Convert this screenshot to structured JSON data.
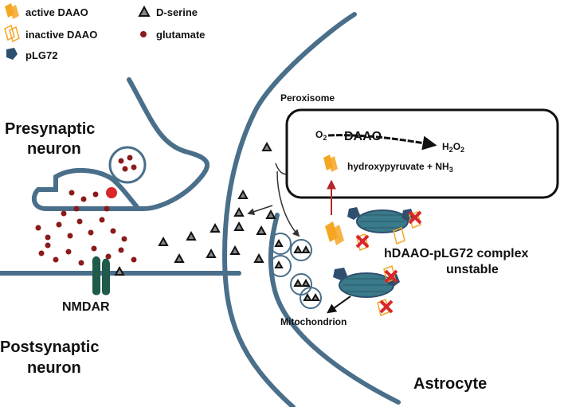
{
  "legend": {
    "active_daao": "active DAAO",
    "inactive_daao": "inactive DAAO",
    "plg72": "pLG72",
    "d_serine": "D-serine",
    "glutamate": "glutamate"
  },
  "labels": {
    "presynaptic_line1": "Presynaptic",
    "presynaptic_line2": "neuron",
    "postsynaptic_line1": "Postsynaptic",
    "postsynaptic_line2": "neuron",
    "nmdar": "NMDAR",
    "astrocyte": "Astrocyte",
    "peroxisome": "Peroxisome",
    "daao": "DAAO",
    "o2": "O",
    "o2_sub": "2",
    "h2o2_h": "H",
    "h2o2_sub1": "2",
    "h2o2_o": "O",
    "h2o2_sub2": "2",
    "hydroxypyruvate": "hydroxypyruvate + NH",
    "nh3_sub": "3",
    "complex_line1": "hDAAO-pLG72 complex",
    "complex_line2": "unstable",
    "mitochondrion": "Mitochondrion"
  },
  "colors": {
    "membrane": "#4a6f8a",
    "daao_active": "#f5a623",
    "glutamate": "#8b1a1a",
    "plg72": "#2f4f6f",
    "receptor": "#1f5a4a",
    "mito": "#3a7a8a",
    "cross": "#d9262b",
    "arrow_red": "#b5272b"
  }
}
